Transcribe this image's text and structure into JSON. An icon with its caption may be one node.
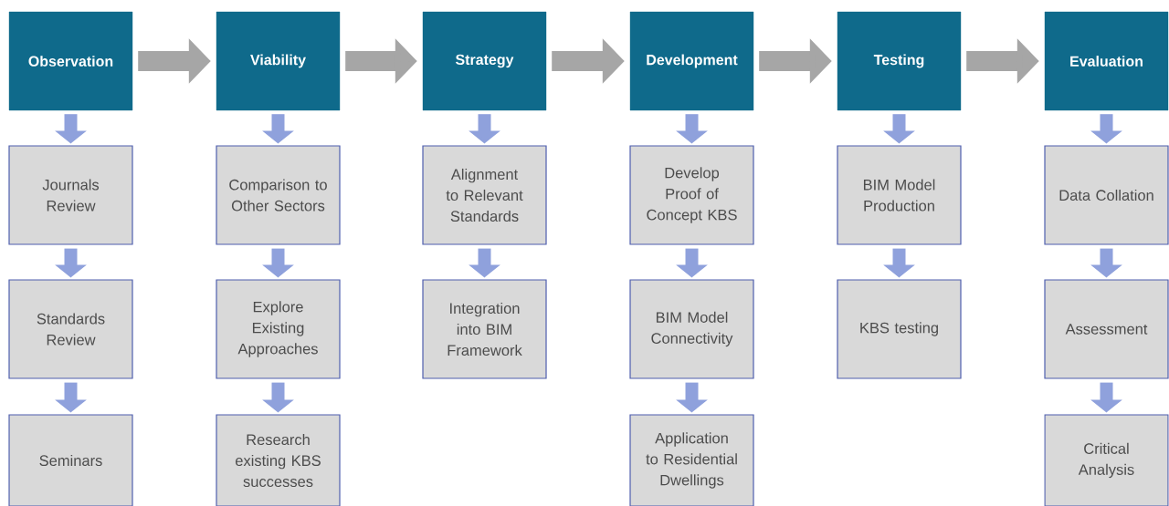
{
  "diagram": {
    "nodes": [
      {
        "text": [
          "Observation"
        ]
      },
      {
        "text": [
          "Journals Review"
        ]
      },
      {
        "text": [
          "Standards Review"
        ]
      },
      {
        "text": [
          "Seminars"
        ]
      },
      {
        "text": [
          "Viability"
        ]
      },
      {
        "text": [
          "Comparison to Other Sectors"
        ]
      },
      {
        "text": [
          "Explore Existing Approaches"
        ]
      },
      {
        "text": [
          "Research existing KBS successes"
        ]
      },
      {
        "text": [
          "Strategy"
        ]
      },
      {
        "text": [
          "Alignment to Relevant Standards"
        ]
      },
      {
        "text": [
          "Integration into BIM Framework"
        ]
      },
      {
        "text": [
          "Development"
        ]
      },
      {
        "text": [
          "Develop Proof of Concept KBS"
        ]
      },
      {
        "text": [
          "BIM Model Connectivity"
        ]
      },
      {
        "text": [
          "Application to Residential Dwellings"
        ]
      },
      {
        "text": [
          "Testing"
        ]
      },
      {
        "text": [
          "BIM Model Production"
        ]
      },
      {
        "text": [
          "KBS testing"
        ]
      },
      {
        "text": [
          "Evaluation"
        ]
      },
      {
        "text": [
          "Data Collation"
        ]
      },
      {
        "text": [
          "Assessment"
        ]
      },
      {
        "text": [
          "Critical Analysis"
        ]
      }
    ],
    "edges": [
      {
        "from": 0,
        "to": 4,
        "arrow": "to",
        "color": "#a6a6a6"
      },
      {
        "from": 4,
        "to": 8,
        "arrow": "to",
        "color": "#a6a6a6"
      },
      {
        "from": 8,
        "to": 11,
        "arrow": "to",
        "color": "#a6a6a6"
      },
      {
        "from": 11,
        "to": 15,
        "arrow": "to",
        "color": "#a6a6a6"
      },
      {
        "from": 15,
        "to": 18,
        "arrow": "to",
        "color": "#a6a6a6"
      },
      {
        "from": 0,
        "to": 1,
        "arrow": "to"
      },
      {
        "from": 1,
        "to": 2,
        "arrow": "to"
      },
      {
        "from": 2,
        "to": 3,
        "arrow": "to"
      },
      {
        "from": 4,
        "to": 5,
        "arrow": "to"
      },
      {
        "from": 5,
        "to": 6,
        "arrow": "to"
      },
      {
        "from": 6,
        "to": 7,
        "arrow": "to"
      },
      {
        "from": 8,
        "to": 9,
        "arrow": "to"
      },
      {
        "from": 9,
        "to": 10,
        "arrow": "to"
      },
      {
        "from": 11,
        "to": 12,
        "arrow": "to"
      },
      {
        "from": 12,
        "to": 13,
        "arrow": "to"
      },
      {
        "from": 13,
        "to": 14,
        "arrow": "to"
      },
      {
        "from": 15,
        "to": 16,
        "arrow": "to"
      },
      {
        "from": 16,
        "to": 17,
        "arrow": "to"
      },
      {
        "from": 18,
        "to": 19,
        "arrow": "to"
      },
      {
        "from": 19,
        "to": 20,
        "arrow": "to"
      },
      {
        "from": 20,
        "to": 21,
        "arrow": "to"
      }
    ]
  }
}
